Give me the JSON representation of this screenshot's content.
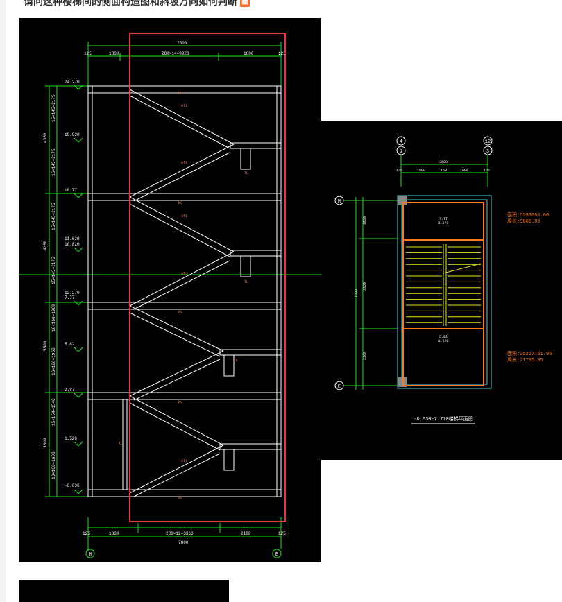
{
  "headline": {
    "text": "请问这种楼梯间的侧面构造图和斜坡方向如何判断",
    "icon": "image-icon",
    "icon_color": "#ff6a2a"
  },
  "section_drawing": {
    "dim_top_total": "7800",
    "dim_top_left": "1830",
    "dim_top_mid": "280×14=3920",
    "dim_top_right": "1800",
    "dim_edge": "125",
    "dim_bottom_left": "1830",
    "dim_bottom_mid": "280×12=3360",
    "dim_bottom_right": "2100",
    "dim_bottom_total": "7800",
    "axis_left": "H",
    "axis_right": "E",
    "elev_top": "24.270",
    "elev_1": "19.920",
    "elev_2": "16.77",
    "elev_3": "11.620",
    "elev_3b": "10.820",
    "elev_4": "12.270",
    "elev_4b": "7.77",
    "elev_5": "5.82",
    "elev_6": "2.87",
    "elev_7": "1.520",
    "elev_8": "-0.030",
    "left_dim_a": "4350",
    "left_dim_b": "4350",
    "left_dim_c": "5500",
    "left_dim_d": "3300",
    "left_seg_1": "15×145=2175",
    "left_seg_2": "15×145=2175",
    "left_seg_3": "15×145=2175",
    "left_seg_4": "15×145=2175",
    "left_seg_5": "16×160=1960",
    "left_seg_6": "16×160=1960",
    "left_seg_7": "15×154=1540",
    "left_seg_8": "10×160=1600",
    "slab_label": "KL",
    "beam_label": "TL",
    "stair_label": "AT1",
    "highlight_color": "#e23b3b",
    "line_color": "#ffffff",
    "dim_color": "#19e619",
    "label_color": "#ff7a3a"
  },
  "plan_drawing": {
    "axis_top_left_a": "4",
    "axis_top_left_b": "1",
    "axis_top_right_a": "12",
    "axis_top_right_b": "3",
    "axis_left_top": "H",
    "axis_left_bottom": "E",
    "dim_width": "3600",
    "dim_sub_a": "125",
    "dim_sub_b": "1600",
    "dim_sub_c": "150",
    "dim_sub_d": "1600",
    "dim_sub_e": "125",
    "dim_v_a": "1830",
    "dim_v_b": "3360",
    "dim_v_c": "2360",
    "dim_v_total": "7800",
    "elev_upper": "7.77",
    "elev_upper_b": "3.870",
    "elev_lower": "5.82",
    "elev_lower_b": "1.920",
    "note_top_1": "面积:5293000.00",
    "note_top_2": "周长:9860.00",
    "note_bottom_1": "面积:25257151.95",
    "note_bottom_2": "周长:21795.05",
    "caption": "-0.030~7.770楼梯平面图",
    "stair_color": "#e6e61a",
    "outline_color": "#ff7a1a",
    "wall_color": "#ffffff",
    "cyan_color": "#3fd6d6"
  }
}
